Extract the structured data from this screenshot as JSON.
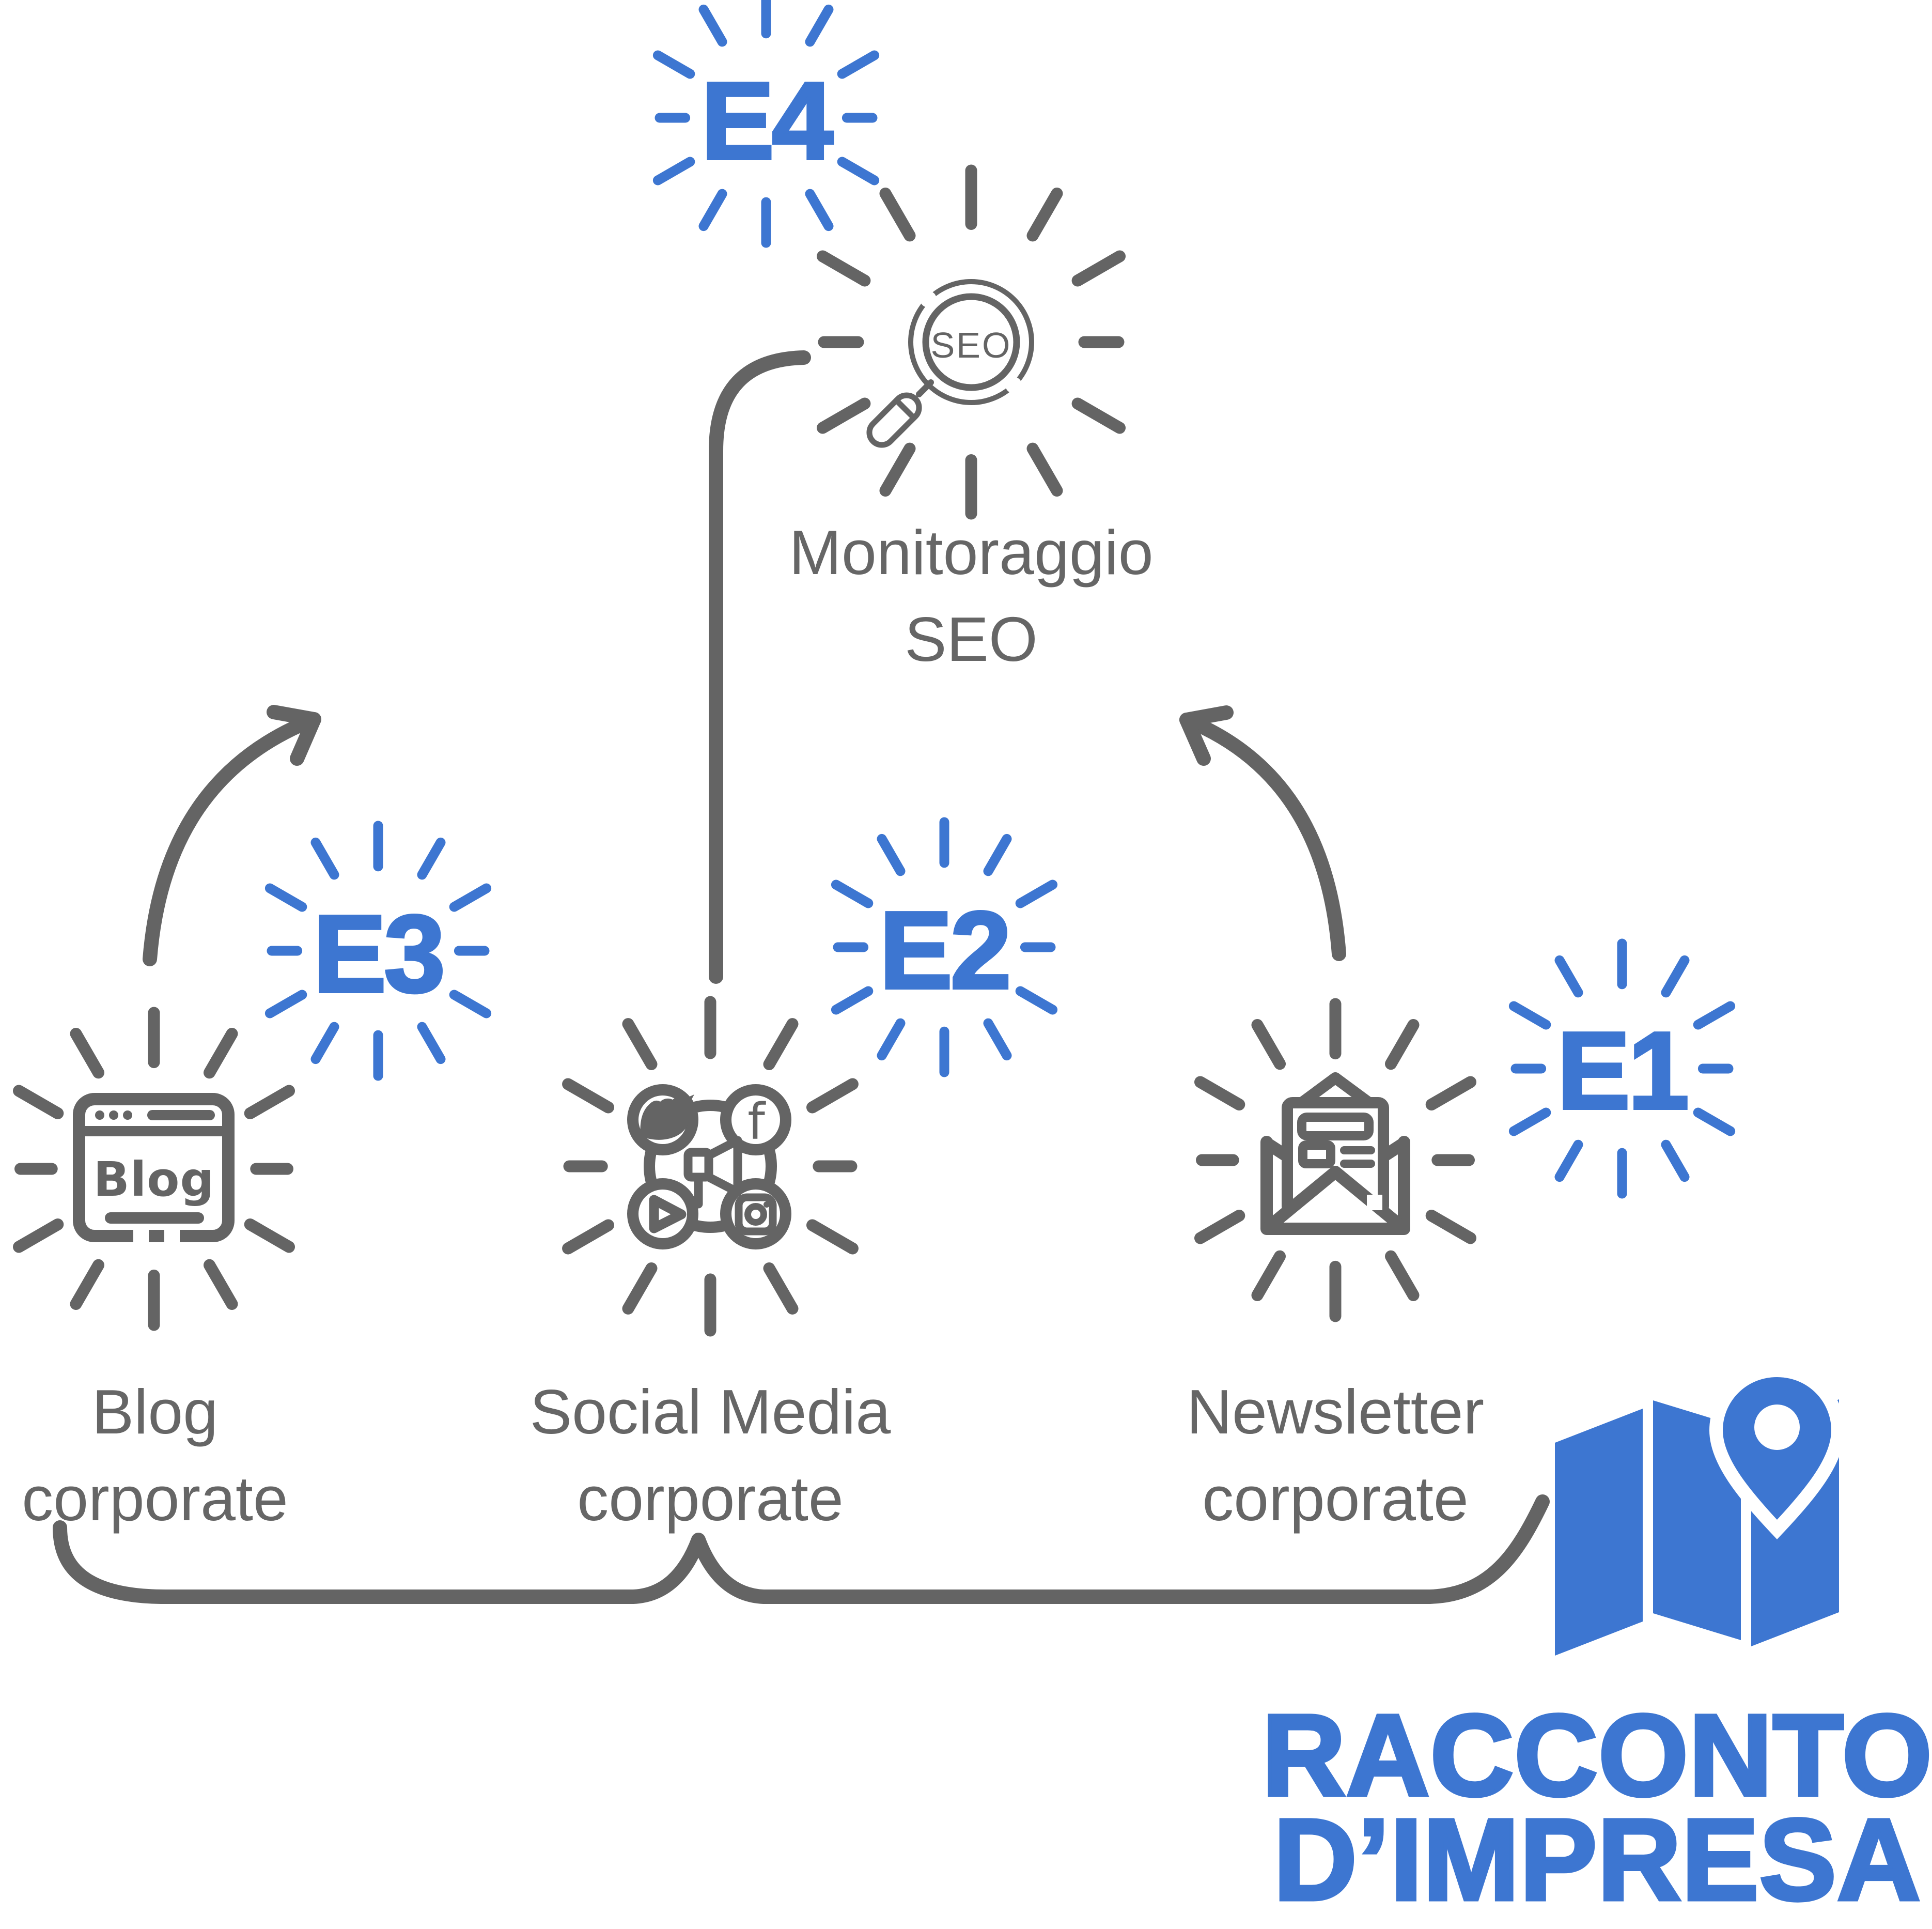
{
  "colors": {
    "blue": "#3D76D1",
    "gray": "#666666",
    "icon_gray": "#646464",
    "background": "#FFFFFF"
  },
  "nodes": {
    "seo": {
      "badge": "E4",
      "icon": "seo-magnifier-icon",
      "icon_text": "SEO",
      "label_line1": "Monitoraggio",
      "label_line2": "SEO"
    },
    "blog": {
      "badge": "E3",
      "icon": "blog-browser-icon",
      "icon_text": "Blog",
      "label_line1": "Blog",
      "label_line2": "corporate"
    },
    "social": {
      "badge": "E2",
      "icon": "social-media-icon",
      "facebook_glyph": "f",
      "label_line1": "Social Media",
      "label_line2": "corporate"
    },
    "newsletter": {
      "badge": "E1",
      "icon": "newsletter-envelope-icon",
      "label_line1": "Newsletter",
      "label_line2": "corporate"
    }
  },
  "logo": {
    "line1": "RACCONTO",
    "line2": "D’IMPRESA",
    "icon": "folded-map-location-pin-icon"
  }
}
